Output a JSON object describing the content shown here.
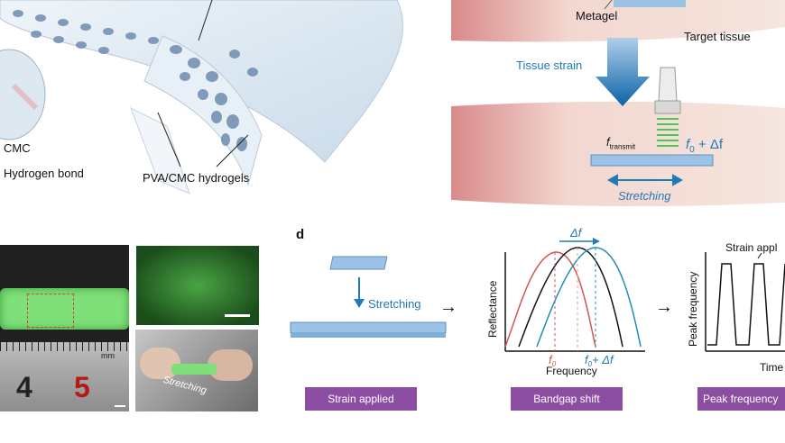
{
  "panel_b": {
    "legend_cmc": "CMC",
    "legend_hbond": "Hydrogen bond",
    "callout": "PVA/CMC hydrogels"
  },
  "panel_top_right": {
    "metagel": "Metagel",
    "target_tissue": "Target tissue",
    "tissue_strain": "Tissue strain",
    "f_transmit": "f",
    "f_transmit_sub": "transmit",
    "f0_delta": "f",
    "f0_sub": "0",
    "f0_delta_suffix": " + Δf",
    "stretching": "Stretching"
  },
  "panel_c": {
    "ruler_numbers": [
      "4",
      "5"
    ],
    "ruler_unit": "mm",
    "stretching": "Stretching"
  },
  "panel_d": {
    "letter": "d",
    "stretching": "Stretching",
    "reflectance_axis": "Reflectance",
    "frequency_axis": "Frequency",
    "delta_f": "Δf",
    "f0": "f",
    "f0_sub": "0",
    "f0_plus": "f",
    "f0_plus_sub": "0",
    "f0_plus_suffix": "+ Δf",
    "peak_axis": "Peak frequency",
    "time_axis": "Time",
    "strain_applied_annotation": "Strain appl",
    "boxes": [
      "Strain applied",
      "Bandgap shift",
      "Peak frequency"
    ]
  },
  "colors": {
    "purple_box": "#8c4ea0",
    "accent_blue": "#1f7ab8",
    "hydrogel_green": "#7fe07a",
    "curve_red": "#d9534f",
    "curve_teal": "#1f8fb8",
    "curve_black": "#111111"
  }
}
